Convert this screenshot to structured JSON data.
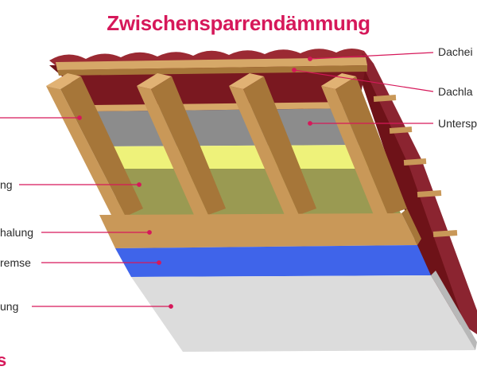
{
  "title": "Zwischensparrendämmung",
  "labels": {
    "dacheindeckung": "Dachei",
    "dachlattung": "Dachla",
    "unterspannbahn": "Untersp",
    "sparren": "",
    "daemmung": "ng",
    "innenschalung": "halung",
    "dampfbremse": "remse",
    "innenverkleidung": "ung"
  },
  "brand": "s",
  "colors": {
    "accent": "#d6185a",
    "tile": "#9b2a33",
    "tile_dark": "#6e1218",
    "wood": "#c99858",
    "wood_dark": "#a67639",
    "membrane": "#8c8c8c",
    "insulation_yellow": "#eef27a",
    "insulation_olive": "#9a9a52",
    "vapor_barrier": "#3f64ea",
    "drywall": "#dcdcdc"
  }
}
